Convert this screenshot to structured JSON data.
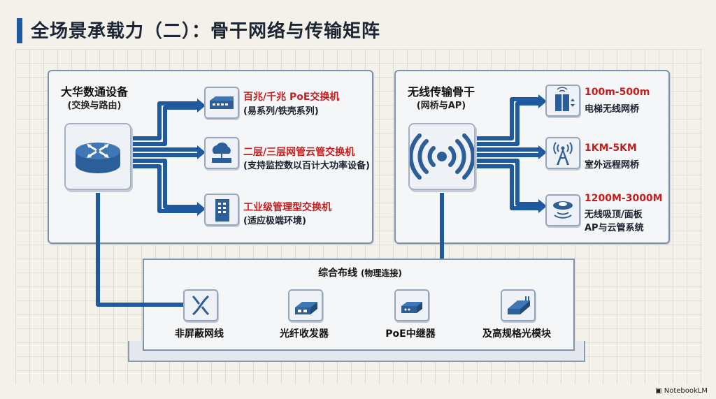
{
  "title": "全场景承载力（二）：骨干网络与传输矩阵",
  "left_panel": {
    "title": "大华数通设备",
    "subtitle": "(交换与路由)",
    "items": [
      {
        "label": "百兆/千兆 PoE交换机",
        "desc": "(易系列/铁壳系列)",
        "icon": "switch-icon"
      },
      {
        "label": "二层/三层网管云管交换机",
        "desc": "(支持监控数以百计大功率设备)",
        "icon": "cloud-switch-icon"
      },
      {
        "label": "工业级管理型交换机",
        "desc": "(适应极端环境)",
        "icon": "industrial-switch-icon"
      }
    ]
  },
  "right_panel": {
    "title": "无线传输骨干",
    "subtitle": "(网桥与AP)",
    "items": [
      {
        "label": "100m-500m",
        "desc": "电梯无线网桥",
        "icon": "elevator-icon"
      },
      {
        "label": "1KM-5KM",
        "desc": "室外远程网桥",
        "icon": "tower-icon"
      },
      {
        "label": "1200M-3000M",
        "desc": "无线吸顶/面板",
        "desc2": "AP与云管系统",
        "icon": "ceiling-ap-icon"
      }
    ]
  },
  "bottom": {
    "title": "综合布线",
    "title_note": "(物理连接)",
    "items": [
      {
        "label": "非屏蔽网线",
        "icon": "cable-icon"
      },
      {
        "label": "光纤收发器",
        "icon": "transceiver-icon"
      },
      {
        "label": "PoE中继器",
        "icon": "repeater-icon"
      },
      {
        "label": "及高规格光模块",
        "icon": "optical-module-icon"
      }
    ]
  },
  "footer": "NotebookLM",
  "colors": {
    "line": "#1f5aa0",
    "accent_red": "#c21f1f",
    "panel_border": "#7f93ad"
  }
}
